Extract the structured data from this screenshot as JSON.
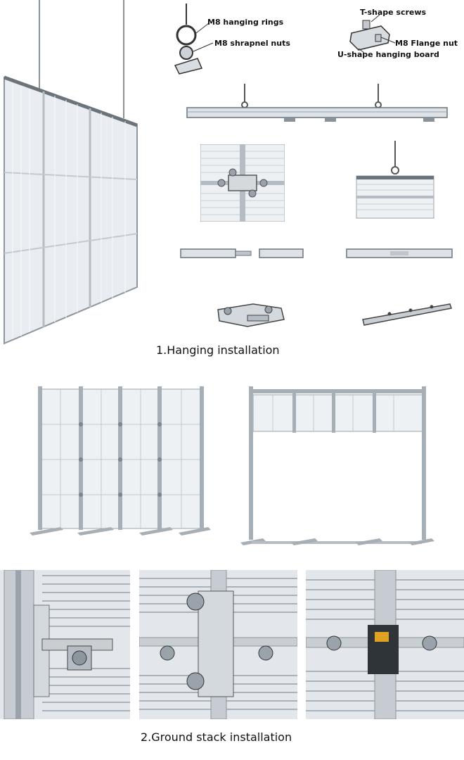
{
  "labels": {
    "hanging_rings": "M8 hanging rings",
    "shrapnel_nuts": "M8 shrapnel nuts",
    "t_screws": "T-shape screws",
    "flange_nut": "M8 Flange nut",
    "u_board": "U-shape hanging board"
  },
  "captions": {
    "hanging": "1.Hanging installation",
    "ground": "2.Ground stack installation"
  },
  "colors": {
    "frame": "#9aa3ac",
    "panel": "#eef1f4",
    "line": "#6b737b"
  }
}
